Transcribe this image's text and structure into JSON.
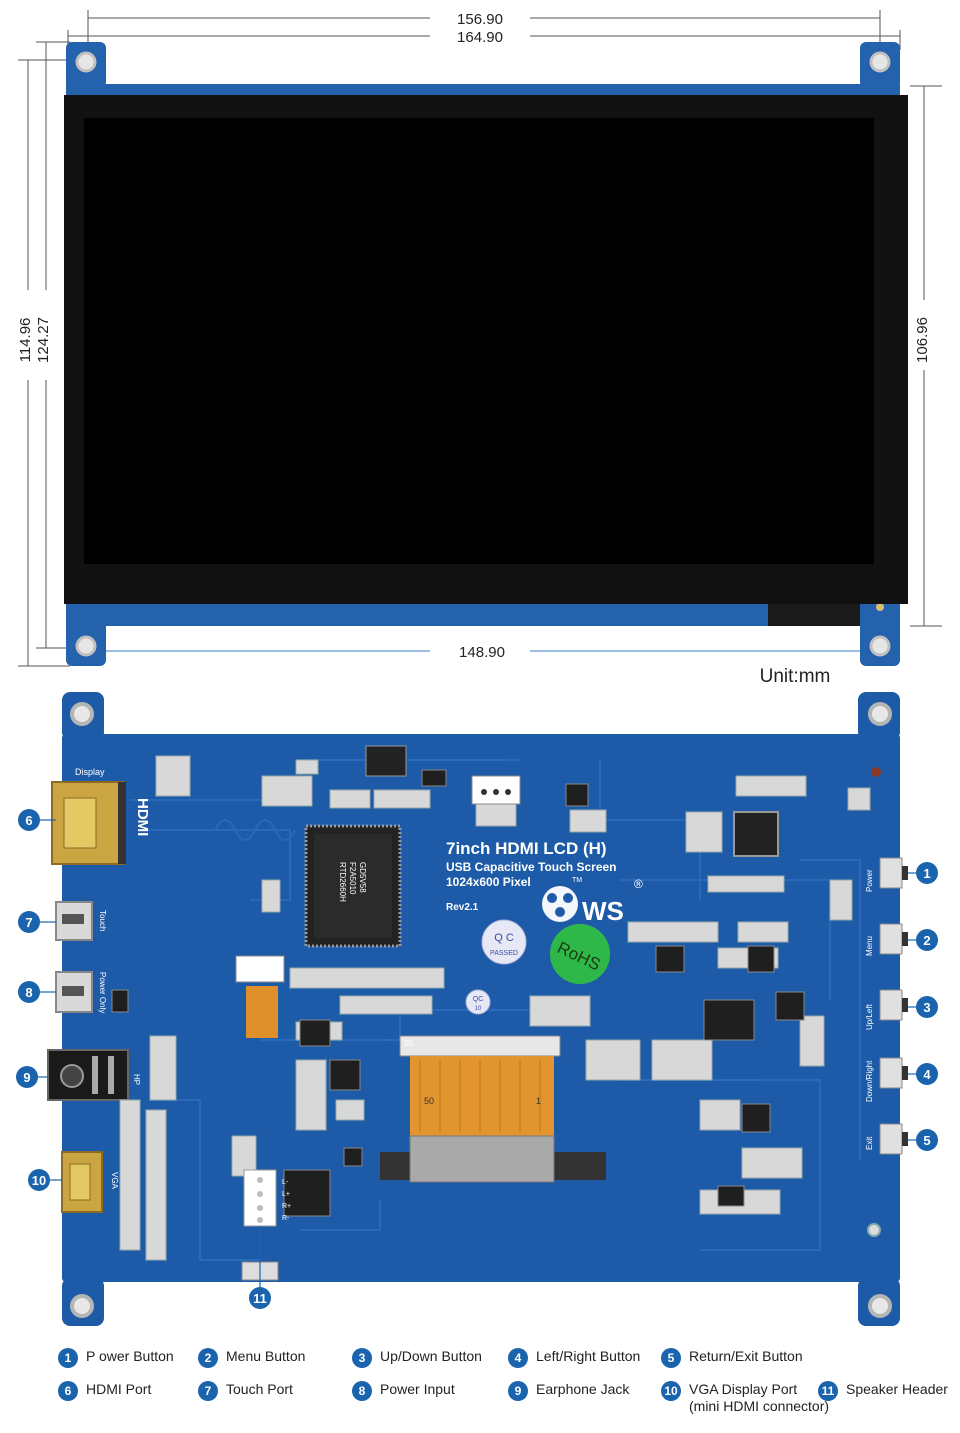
{
  "dimensions": {
    "width_inner": "156.90",
    "width_outer": "164.90",
    "width_bottom": "148.90",
    "height_inner": "114.96",
    "height_outer": "124.27",
    "height_right": "106.96",
    "unit": "Unit:mm"
  },
  "board": {
    "title": "7inch HDMI LCD (H)",
    "subtitle": "USB Capacitive Touch Screen",
    "resolution": "1024x600 Pixel",
    "revision": "Rev2.1",
    "qc_top": "Q C",
    "qc_bottom": "PASSED",
    "qc_small_top": "QC",
    "qc_small_bottom": "10",
    "rohs": "RoHS",
    "brand": "WS",
    "trademark": "®",
    "tm": "TM",
    "fpc_left": "50",
    "fpc_right": "1",
    "header_top": "50",
    "ic_text": [
      "RTD2660H",
      "F2A5010",
      "GD5V58"
    ],
    "silkscreen": {
      "display": "Display",
      "hdmi": "HDMI",
      "touch": "Touch",
      "power_only": "Power Only",
      "hp": "HP",
      "vga": "VGA",
      "power": "Power",
      "menu": "Menu",
      "up_left": "Up/Left",
      "down_right": "Down/Right",
      "exit": "Exit",
      "speaker_pins": [
        "L-",
        "L+",
        "R+",
        "R-"
      ]
    }
  },
  "callouts": [
    "1",
    "2",
    "3",
    "4",
    "5",
    "6",
    "7",
    "8",
    "9",
    "10",
    "11"
  ],
  "legend": [
    {
      "num": "1",
      "label": "P ower Button"
    },
    {
      "num": "2",
      "label": "Menu Button"
    },
    {
      "num": "3",
      "label": "Up/Down Button"
    },
    {
      "num": "4",
      "label": "Left/Right Button"
    },
    {
      "num": "5",
      "label": "Return/Exit Button"
    },
    {
      "num": "6",
      "label": "HDMI Port"
    },
    {
      "num": "7",
      "label": "Touch Port"
    },
    {
      "num": "8",
      "label": "Power Input"
    },
    {
      "num": "9",
      "label": "Earphone Jack"
    },
    {
      "num": "10",
      "label": "VGA Display Port\n(mini HDMI connector)"
    },
    {
      "num": "11",
      "label": "Speaker Header"
    }
  ],
  "colors": {
    "pcb": "#1d5aa8",
    "pcb_dark": "#174d92",
    "badge": "#1a63ad",
    "screen": "#000000",
    "bezel": "#111111",
    "gold": "#c9a33a",
    "fpc": "#d98f2b"
  }
}
